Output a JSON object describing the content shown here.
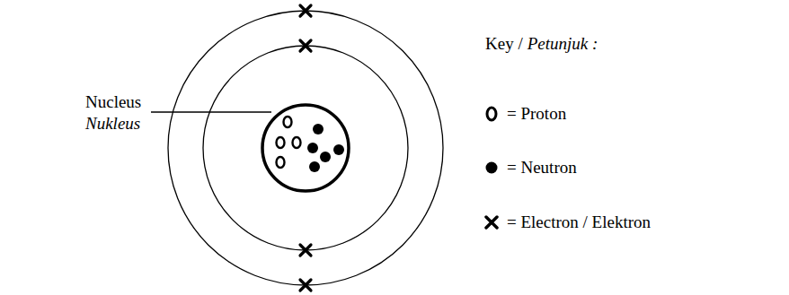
{
  "diagram": {
    "labels": [
      "Nucleus",
      "Nukleus",
      "Key /",
      "Petunjuk :"
    ],
    "legend": [
      {
        "text": "= Proton"
      },
      {
        "text": "= Neutron"
      },
      {
        "text": "= Electron / Elektron"
      }
    ]
  }
}
